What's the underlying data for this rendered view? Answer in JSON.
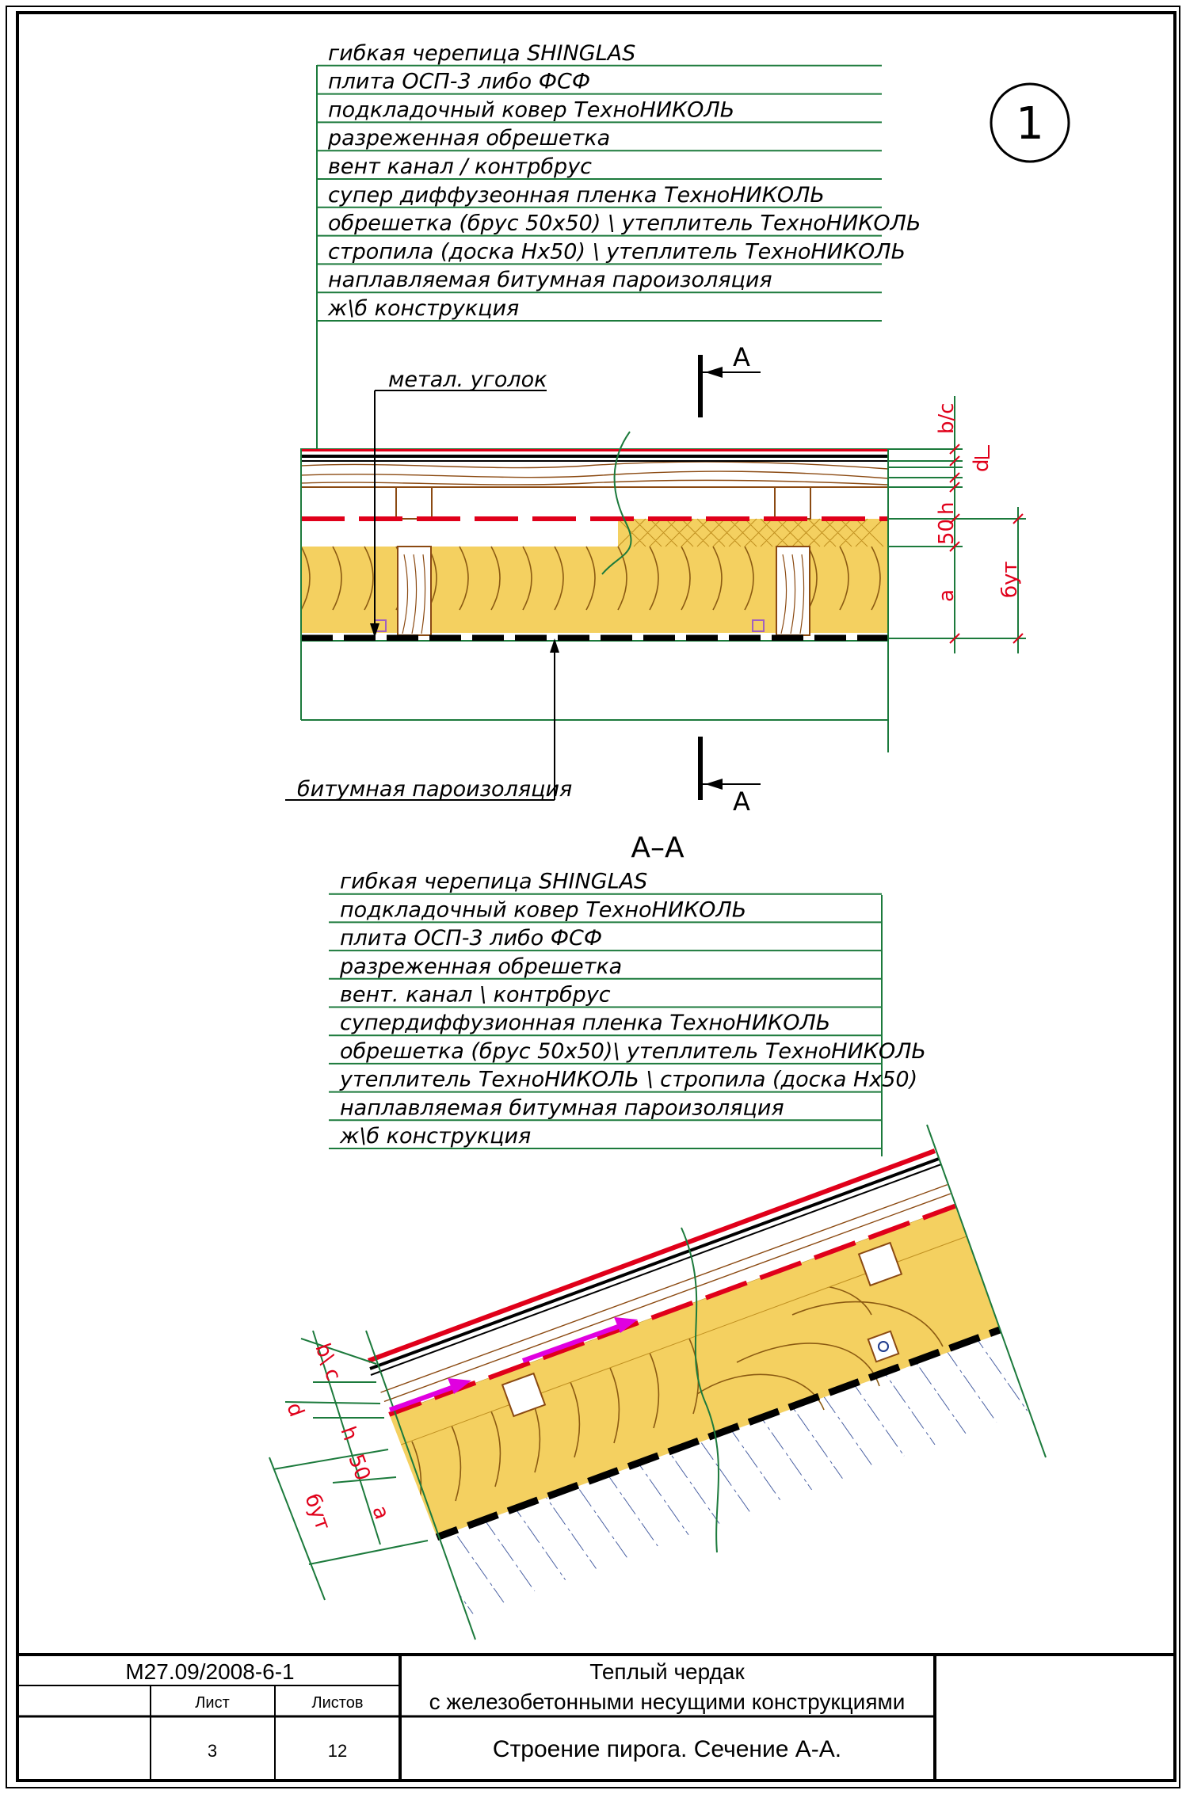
{
  "sheet_number_badge": "1",
  "section_marker": "А",
  "section_title": "А–А",
  "top_layers": [
    "гибкая черепица SHINGLAS",
    "плита ОСП-3 либо ФСФ",
    "подкладочный ковер ТехноНИКОЛЬ",
    "разреженная обрешетка",
    "вент канал / контрбрус",
    "супер диффузеонная пленка ТехноНИКОЛЬ",
    "обрешетка (брус 50х50) \\ утеплитель ТехноНИКОЛЬ",
    "стропила (доска Нх50) \\ утеплитель ТехноНИКОЛЬ",
    "наплавляемая битумная пароизоляция",
    "ж\\б конструкция"
  ],
  "bottom_layers": [
    "гибкая черепица SHINGLAS",
    "подкладочный ковер ТехноНИКОЛЬ",
    "плита ОСП-3 либо ФСФ",
    "разреженная обрешетка",
    "вент. канал \\ контрбрус",
    "супердиффузионная пленка ТехноНИКОЛЬ",
    "обрешетка (брус 50х50)\\ утеплитель ТехноНИКОЛЬ",
    "утеплитель ТехноНИКОЛЬ \\ стропила (доска Нх50)",
    "наплавляемая битумная пароизоляция",
    "ж\\б конструкция"
  ],
  "callouts": {
    "metal_angle": "метал. уголок",
    "bitumen_vapor": "битумная пароизоляция"
  },
  "dimensions": {
    "b_c": "b/c",
    "b_c_alt": "b\\ c",
    "d": "d",
    "h": "h",
    "fifty": "50",
    "a": "a",
    "but": "бут"
  },
  "title_block": {
    "doc_code": "М27.09/2008-6-1",
    "sheet_label": "Лист",
    "sheets_label": "Листов",
    "sheet_value": "3",
    "sheets_value": "12",
    "title_line1": "Теплый чердак",
    "title_line2": "с железобетонными несущими конструкциями",
    "subtitle": "Строение пирога. Сечение А-А."
  },
  "colors": {
    "frame": "#000000",
    "leader": "#1c7a3c",
    "dimension": "#e0001a",
    "wood": "#8b4a12",
    "insulation": "#f4d060",
    "membrane": "#e0001a",
    "concrete_hatch": "#1e3a8c",
    "airflow_arrow": "#e000e0"
  }
}
